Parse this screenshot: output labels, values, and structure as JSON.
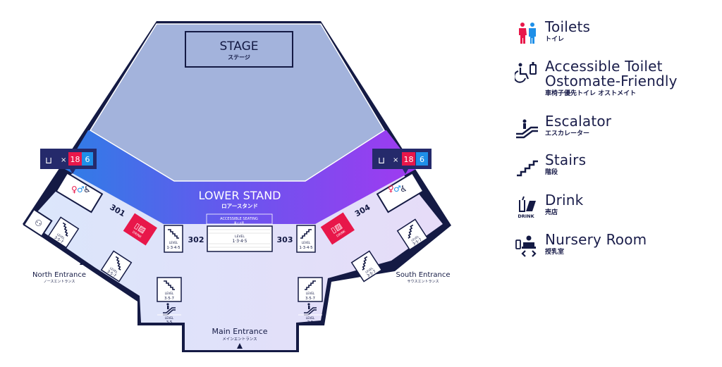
{
  "map": {
    "stage": {
      "en": "STAGE",
      "jp": "ステージ"
    },
    "lower_stand": {
      "en": "LOWER STAND",
      "jp": "ロアースタンド"
    },
    "accessible_seating": {
      "en": "ACCESSIBLE SEATING",
      "jp": "車イス席",
      "level_label": "LEVEL",
      "levels": "1·3·4·5"
    },
    "toilet_badges": [
      {
        "side": "north",
        "mult": "×",
        "female": "18",
        "male": "6"
      },
      {
        "side": "south",
        "mult": "×",
        "female": "18",
        "male": "6"
      }
    ],
    "gates": [
      "301",
      "302",
      "303",
      "304"
    ],
    "drink_label": "DRINK",
    "level_label": "LEVEL",
    "stairs": [
      {
        "levels": "3·5·7"
      },
      {
        "levels": "1·3·4·5"
      },
      {
        "levels": "3·5·7"
      },
      {
        "levels": "3·5·7"
      },
      {
        "levels": "1·3·4·5"
      },
      {
        "levels": "3·5·7"
      },
      {
        "levels": "3·5·7"
      },
      {
        "levels": "3·5·7"
      }
    ],
    "escalators": [
      {
        "levels": "3·5"
      },
      {
        "levels": "3·5"
      }
    ],
    "entrances": {
      "north": {
        "en": "North Entrance",
        "jp": "ノースエントランス"
      },
      "south": {
        "en": "South Entrance",
        "jp": "サウスエントランス"
      },
      "main": {
        "en": "Main Entrance",
        "jp": "メインエントランス"
      }
    },
    "colors": {
      "navy": "#141a44",
      "stage": "#a3b3dc",
      "concourse": "#e0e0f8",
      "red": "#e8174a",
      "blue": "#1e8fe8",
      "stand_left": "#2f7de6",
      "stand_right": "#9b3af0"
    }
  },
  "legend": [
    {
      "icon": "toilets-icon",
      "en": "Toilets",
      "jp": "トイレ"
    },
    {
      "icon": "accessible-toilet-icon",
      "en": "Accessible Toilet",
      "en2": "Ostomate-Friendly",
      "jp": "車椅子優先トイレ オストメイト"
    },
    {
      "icon": "escalator-icon",
      "en": "Escalator",
      "jp": "エスカレーター"
    },
    {
      "icon": "stairs-icon",
      "en": "Stairs",
      "jp": "階段"
    },
    {
      "icon": "drink-icon",
      "en": "Drink",
      "jp": "売店",
      "icon_label": "DRINK"
    },
    {
      "icon": "nursery-room-icon",
      "en": "Nursery Room",
      "jp": "授乳室"
    }
  ]
}
